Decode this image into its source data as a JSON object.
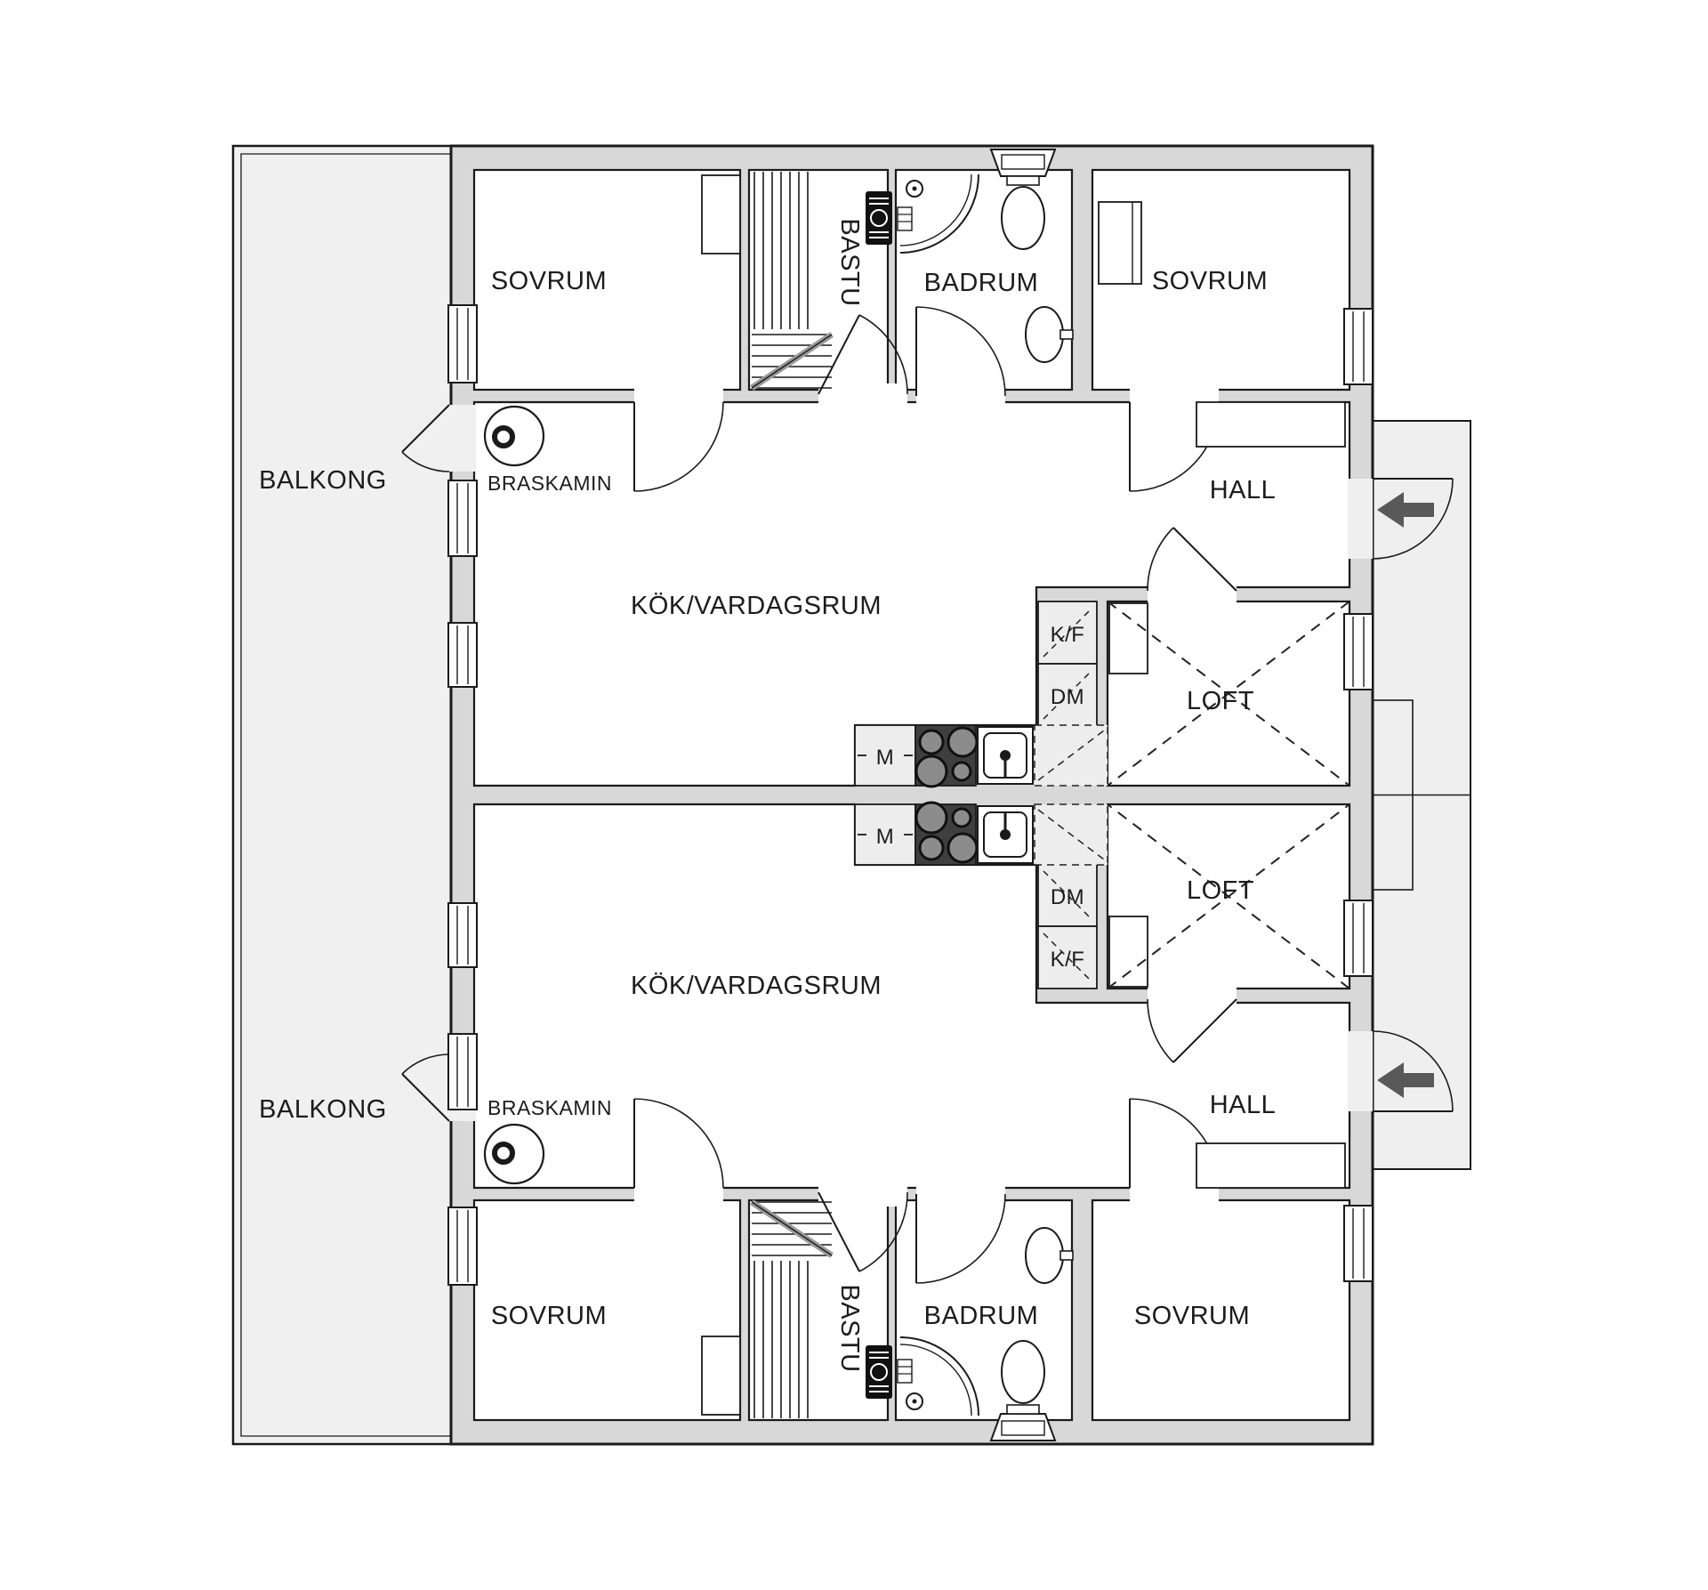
{
  "document": {
    "type": "floor-plan",
    "language": "sv",
    "style": "duplex apartment plan, two mirrored units"
  },
  "colors": {
    "wall_fill": "#d8d8d8",
    "outline": "#1a1a1a",
    "balcony_fill": "#f0f0f0",
    "porch_fill": "#efefef",
    "cabinet_fill": "#ededed",
    "stove_fill": "#3f3f3f",
    "burner_fill": "#8c8c8c",
    "arrow": "#595959",
    "text": "#1c1c1c"
  },
  "units": [
    {
      "name": "apartment-upper",
      "rooms": {
        "balkong": "BALKONG",
        "sovrum_left": "SOVRUM",
        "bastu": "BASTU",
        "badrum": "BADRUM",
        "sovrum_right": "SOVRUM",
        "hall": "HALL",
        "kok_vardagsrum": "KÖK/VARDAGSRUM",
        "loft": "LOFT"
      },
      "fixtures": {
        "braskamin": "BRASKAMIN",
        "kyl_frys": "K/F",
        "diskmaskin": "DM",
        "mikro": "M"
      },
      "entry_arrow_direction": "left"
    },
    {
      "name": "apartment-lower",
      "rooms": {
        "balkong": "BALKONG",
        "sovrum_left": "SOVRUM",
        "bastu": "BASTU",
        "badrum": "BADRUM",
        "sovrum_right": "SOVRUM",
        "hall": "HALL",
        "kok_vardagsrum": "KÖK/VARDAGSRUM",
        "loft": "LOFT"
      },
      "fixtures": {
        "braskamin": "BRASKAMIN",
        "kyl_frys": "K/F",
        "diskmaskin": "DM",
        "mikro": "M"
      },
      "entry_arrow_direction": "left"
    }
  ]
}
